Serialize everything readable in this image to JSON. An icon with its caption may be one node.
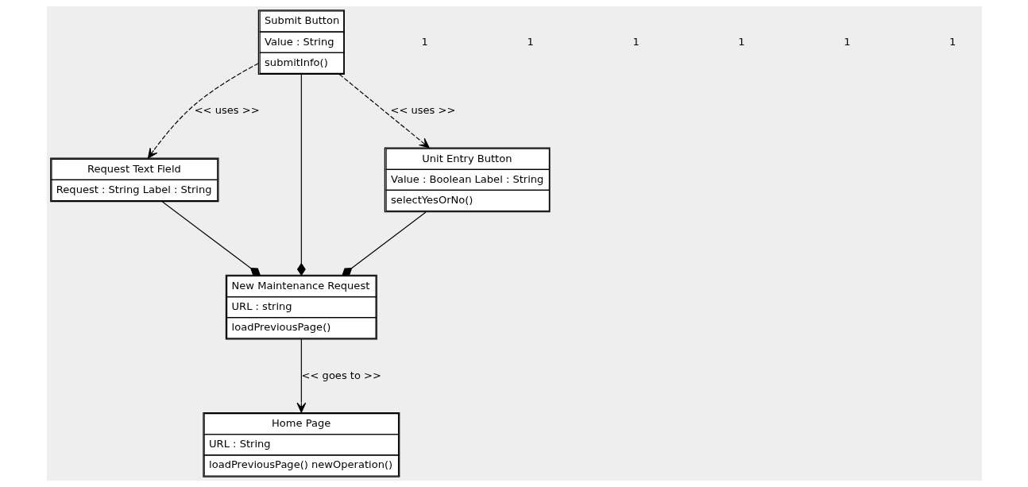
{
  "diagram": {
    "nodes": [
      {
        "text": [
          "Request Text Field",
          "Request : String Label : String"
        ]
      },
      {
        "text": [
          "New Maintenance Request",
          "URL : string",
          "loadPreviousPage()"
        ]
      },
      {
        "text": [
          "Submit Button",
          "Value : String",
          "submitInfo()"
        ]
      },
      {
        "text": [
          "Unit Entry Button",
          "Value : Boolean Label : String",
          "selectYesOrNo()"
        ]
      },
      {
        "text": [
          "Home Page",
          "URL : String",
          "loadPreviousPage() newOperation()"
        ]
      }
    ],
    "edges": [
      {
        "from": 0,
        "to": 1,
        "arrow": "other"
      },
      {
        "from": 2,
        "to": 1,
        "arrow": "other"
      },
      {
        "from": 3,
        "to": 1,
        "arrow": "other"
      },
      {
        "from": 1,
        "to": 4,
        "arrow": "to",
        "label": "<< goes to >>"
      },
      {
        "from": 2,
        "to": 0,
        "arrow": "to",
        "style": "dashed",
        "label": "<< uses >>"
      },
      {
        "from": 2,
        "to": 3,
        "arrow": "to",
        "style": "dashed",
        "label": "<< uses >>"
      }
    ],
    "labels": [
      "1",
      "1",
      "1",
      "1",
      "1",
      "1"
    ]
  }
}
